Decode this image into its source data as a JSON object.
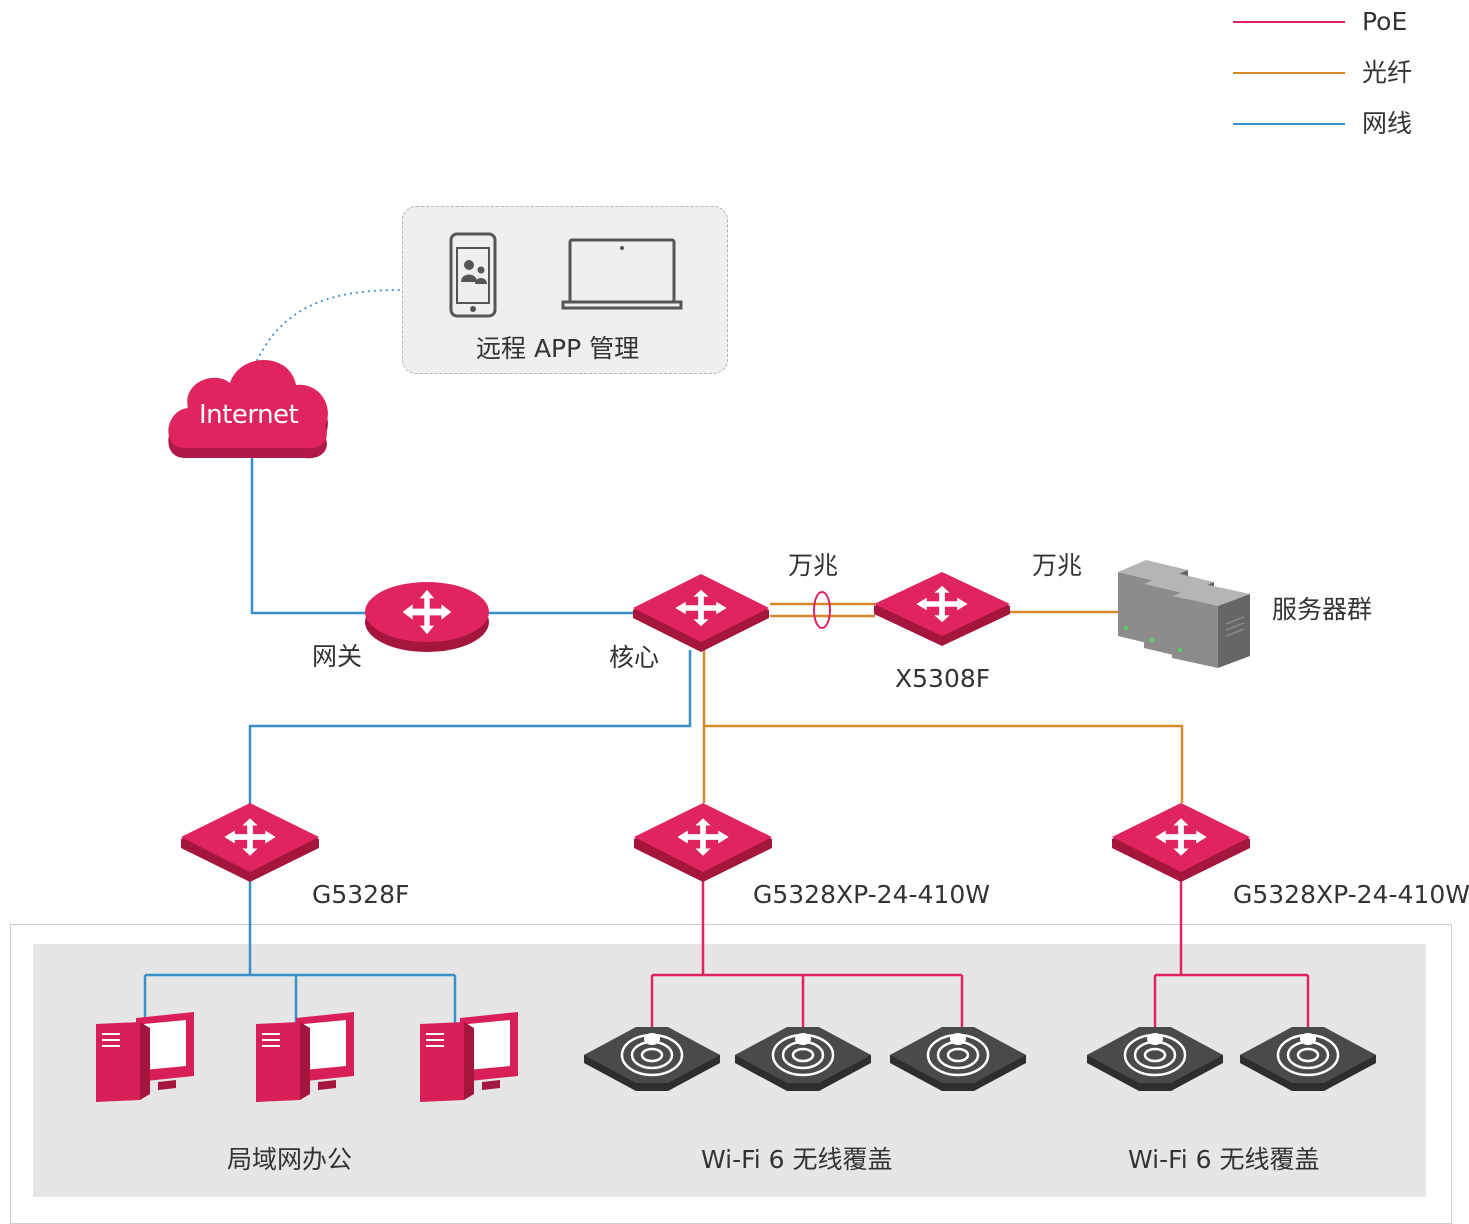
{
  "legend": {
    "poe": {
      "label": "PoE",
      "color": "#e0245e"
    },
    "fiber": {
      "label": "光纤",
      "color": "#d4892b"
    },
    "ethernet": {
      "label": "网线",
      "color": "#3a8fc7"
    }
  },
  "remote": {
    "label": "远程 APP 管理"
  },
  "cloud": {
    "label": "Internet"
  },
  "nodes": {
    "gateway": "网关",
    "core": "核心",
    "aggregation": "X5308F",
    "servers": "服务器群",
    "switch_office": "G5328F",
    "switch_wifi_1": "G5328XP-24-410W",
    "switch_wifi_2": "G5328XP-24-410W"
  },
  "link_labels": {
    "core_to_x5308f": "万兆",
    "x5308f_to_servers": "万兆"
  },
  "zones": {
    "office": "局域网办公",
    "wifi_1": "Wi-Fi 6 无线覆盖",
    "wifi_2": "Wi-Fi 6 无线覆盖"
  },
  "colors": {
    "device_red": "#d81f58",
    "ap_dark": "#4a4a4a",
    "server_gray": "#8c8c8c"
  }
}
